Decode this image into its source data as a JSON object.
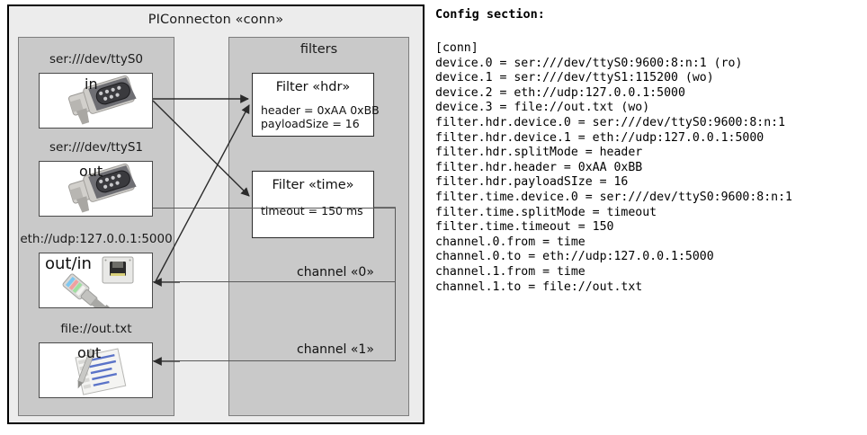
{
  "diagram": {
    "outer_title": "PIConnecton «conn»",
    "devices_panel": {
      "title": "",
      "items": [
        {
          "label": "ser:///dev/ttyS0",
          "direction": "in",
          "icon": "serial-connector-icon"
        },
        {
          "label": "ser:///dev/ttyS1",
          "direction": "out",
          "icon": "serial-connector-icon"
        },
        {
          "label": "eth://udp:127.0.0.1:5000",
          "direction": "out/in",
          "icon": "ethernet-connector-icon"
        },
        {
          "label": "file://out.txt",
          "direction": "out",
          "icon": "document-pencil-icon"
        }
      ]
    },
    "filters_panel": {
      "title": "filters",
      "filters": [
        {
          "title": "Filter «hdr»",
          "attrs": [
            "header = 0xAA 0xBB",
            "payloadSize = 16"
          ]
        },
        {
          "title": "Filter «time»",
          "attrs": [
            "timeout = 150 ms"
          ]
        }
      ],
      "channels": [
        {
          "label": "channel «0»"
        },
        {
          "label": "channel «1»"
        }
      ]
    }
  },
  "config": {
    "heading": "Config section:",
    "lines": [
      "[conn]",
      "device.0 = ser:///dev/ttyS0:9600:8:n:1 (ro)",
      "device.1 = ser:///dev/ttyS1:115200 (wo)",
      "device.2 = eth://udp:127.0.0.1:5000",
      "device.3 = file://out.txt (wo)",
      "filter.hdr.device.0 = ser:///dev/ttyS0:9600:8:n:1",
      "filter.hdr.device.1 = eth://udp:127.0.0.1:5000",
      "filter.hdr.splitMode = header",
      "filter.hdr.header = 0xAA 0xBB",
      "filter.hdr.payloadSIze = 16",
      "filter.time.device.0 = ser:///dev/ttyS0:9600:8:n:1",
      "filter.time.splitMode = timeout",
      "filter.time.timeout = 150",
      "channel.0.from = time",
      "channel.0.to = eth://udp:127.0.0.1:5000",
      "channel.1.from = time",
      "channel.1.to = file://out.txt"
    ]
  },
  "colors": {
    "outer_fill": "#ececec",
    "panel_fill": "#c9c9c9",
    "card_fill": "#ffffff",
    "line": "#333333"
  }
}
